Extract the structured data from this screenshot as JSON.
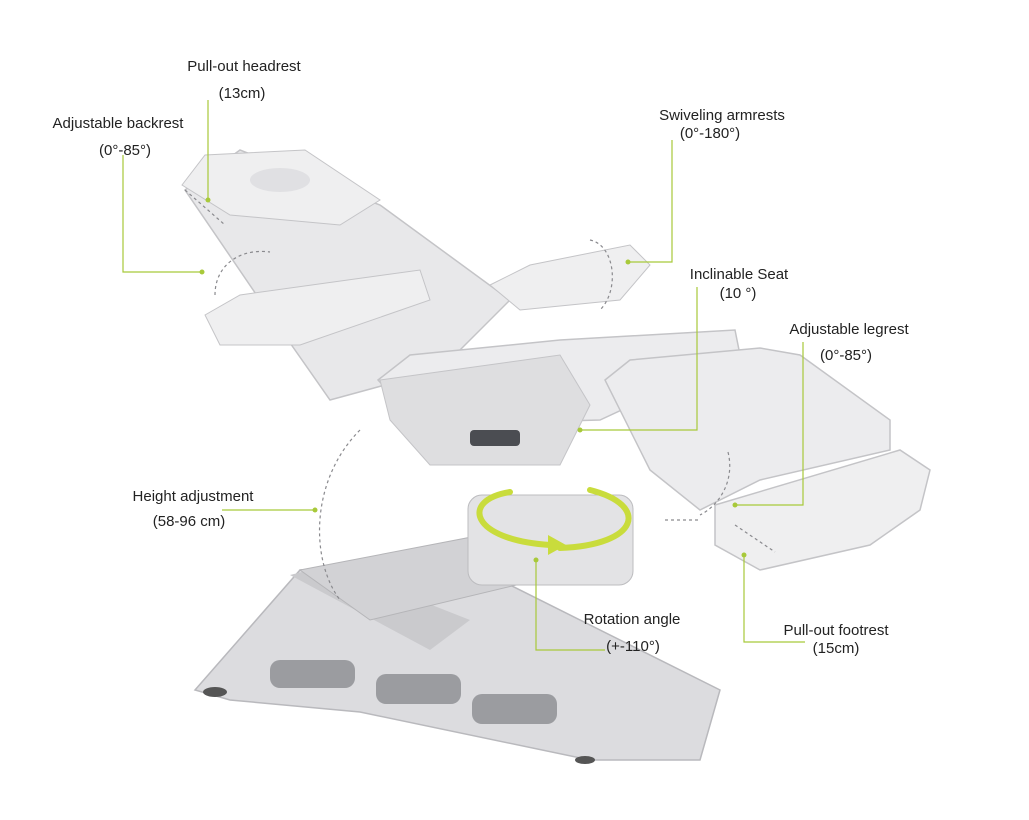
{
  "colors": {
    "accent": "#a8c93a",
    "chair": "#e9e9ea",
    "shadow": "#cfcfd2",
    "dark": "#5b5d62"
  },
  "labels": {
    "headrest": {
      "title": "Pull-out headrest",
      "value": "(13cm)"
    },
    "backrest": {
      "title": "Adjustable backrest",
      "value": "(0°-85°)"
    },
    "armrests": {
      "title": "Swiveling armrests",
      "value": "(0°-180°)"
    },
    "seat": {
      "title": "Inclinable Seat",
      "value": "(10 °)"
    },
    "legrest": {
      "title": "Adjustable legrest",
      "value": "(0°-85°)"
    },
    "height": {
      "title": "Height adjustment",
      "value": "(58-96 cm)"
    },
    "rotation": {
      "title": "Rotation angle",
      "value": "(+-110°)"
    },
    "footrest": {
      "title": "Pull-out footrest",
      "value": "(15cm)"
    }
  }
}
